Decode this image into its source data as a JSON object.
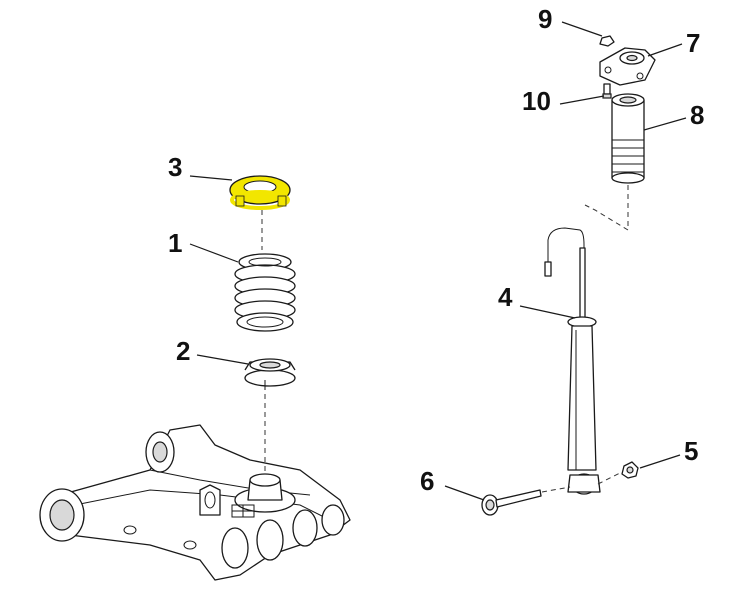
{
  "callouts": [
    {
      "id": "1",
      "label": "1",
      "part": "coil-spring"
    },
    {
      "id": "2",
      "label": "2",
      "part": "lower-spring-seat"
    },
    {
      "id": "3",
      "label": "3",
      "part": "upper-spring-seat"
    },
    {
      "id": "4",
      "label": "4",
      "part": "shock-absorber"
    },
    {
      "id": "5",
      "label": "5",
      "part": "nut"
    },
    {
      "id": "6",
      "label": "6",
      "part": "bolt"
    },
    {
      "id": "7",
      "label": "7",
      "part": "upper-mount"
    },
    {
      "id": "8",
      "label": "8",
      "part": "dust-boot"
    },
    {
      "id": "9",
      "label": "9",
      "part": "mount-nut"
    },
    {
      "id": "10",
      "label": "10",
      "part": "mount-bolt"
    }
  ],
  "highlight": {
    "part": "upper-spring-seat",
    "color": "#f2e600"
  }
}
